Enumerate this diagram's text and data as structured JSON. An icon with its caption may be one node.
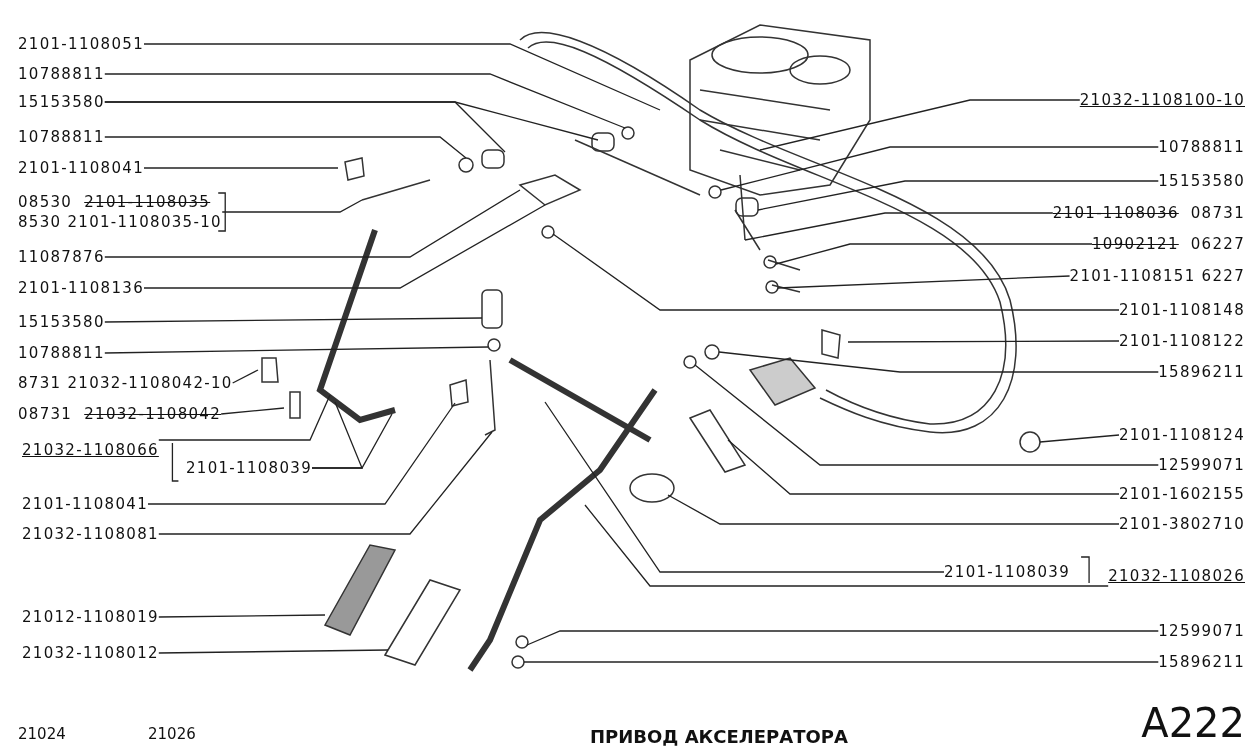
{
  "diagram": {
    "title": "ПРИВОД АКСЕЛЕРАТОРА",
    "nodes": [
      {
        "text": [
          "2101-1108051"
        ]
      },
      {
        "text": [
          "10788811"
        ]
      },
      {
        "text": [
          "15153580"
        ]
      },
      {
        "text": [
          "10788811"
        ]
      },
      {
        "text": [
          "2101-1108041"
        ]
      },
      {
        "text": [
          "08530",
          "2101-1108035",
          "8530 2101-1108035-10"
        ]
      },
      {
        "text": [
          "11087876"
        ]
      },
      {
        "text": [
          "2101-1108136"
        ]
      },
      {
        "text": [
          "15153580"
        ]
      },
      {
        "text": [
          "10788811"
        ]
      },
      {
        "text": [
          "8731 21032-1108042-10"
        ]
      },
      {
        "text": [
          "08731",
          "21032-1108042"
        ]
      },
      {
        "text": [
          "21032-1108066"
        ]
      },
      {
        "text": [
          "2101-1108039"
        ]
      },
      {
        "text": [
          "2101-1108041"
        ]
      },
      {
        "text": [
          "21032-1108081"
        ]
      },
      {
        "text": [
          "21012-1108019"
        ]
      },
      {
        "text": [
          "21032-1108012"
        ]
      },
      {
        "text": [
          "21032-1108100-10"
        ]
      },
      {
        "text": [
          "10788811"
        ]
      },
      {
        "text": [
          "15153580"
        ]
      },
      {
        "text": [
          "2101-1108036",
          "08731"
        ]
      },
      {
        "text": [
          "10902121",
          "06227"
        ]
      },
      {
        "text": [
          "2101-1108151 6227"
        ]
      },
      {
        "text": [
          "2101-1108148"
        ]
      },
      {
        "text": [
          "2101-1108122"
        ]
      },
      {
        "text": [
          "15896211"
        ]
      },
      {
        "text": [
          "2101-1108124"
        ]
      },
      {
        "text": [
          "12599071"
        ]
      },
      {
        "text": [
          "2101-1602155"
        ]
      },
      {
        "text": [
          "2101-3802710"
        ]
      },
      {
        "text": [
          "2101-1108039"
        ]
      },
      {
        "text": [
          "21032-1108026"
        ]
      },
      {
        "text": [
          "12599071"
        ]
      },
      {
        "text": [
          "15896211"
        ]
      }
    ],
    "edges": [
      {
        "from": 0,
        "to": null,
        "arrow": "none"
      },
      {
        "from": 1,
        "to": null,
        "arrow": "none"
      },
      {
        "from": 2,
        "to": null,
        "arrow": "none"
      },
      {
        "from": 2,
        "to": null,
        "arrow": "none"
      },
      {
        "from": 3,
        "to": null,
        "arrow": "none"
      },
      {
        "from": 4,
        "to": null,
        "arrow": "none"
      },
      {
        "from": 5,
        "to": null,
        "arrow": "none"
      },
      {
        "from": 6,
        "to": null,
        "arrow": "none"
      },
      {
        "from": 7,
        "to": null,
        "arrow": "none"
      },
      {
        "from": 8,
        "to": null,
        "arrow": "none"
      },
      {
        "from": 9,
        "to": null,
        "arrow": "none"
      },
      {
        "from": 10,
        "to": null,
        "arrow": "none"
      },
      {
        "from": 11,
        "to": null,
        "arrow": "none"
      },
      {
        "from": 12,
        "to": null,
        "arrow": "none"
      },
      {
        "from": 13,
        "to": null,
        "arrow": "none"
      },
      {
        "from": 13,
        "to": null,
        "arrow": "none"
      },
      {
        "from": 14,
        "to": null,
        "arrow": "none"
      },
      {
        "from": 15,
        "to": null,
        "arrow": "none"
      },
      {
        "from": 16,
        "to": null,
        "arrow": "none"
      },
      {
        "from": 17,
        "to": null,
        "arrow": "none"
      },
      {
        "from": 18,
        "to": null,
        "arrow": "none"
      },
      {
        "from": 19,
        "to": null,
        "arrow": "none"
      },
      {
        "from": 20,
        "to": null,
        "arrow": "none"
      },
      {
        "from": 21,
        "to": null,
        "arrow": "none"
      },
      {
        "from": 22,
        "to": null,
        "arrow": "none"
      },
      {
        "from": 23,
        "to": null,
        "arrow": "none"
      },
      {
        "from": 24,
        "to": null,
        "arrow": "none"
      },
      {
        "from": 25,
        "to": null,
        "arrow": "none"
      },
      {
        "from": 26,
        "to": null,
        "arrow": "none"
      },
      {
        "from": 27,
        "to": null,
        "arrow": "none"
      },
      {
        "from": 28,
        "to": null,
        "arrow": "none"
      },
      {
        "from": 29,
        "to": null,
        "arrow": "none"
      },
      {
        "from": 30,
        "to": null,
        "arrow": "none"
      },
      {
        "from": 31,
        "to": null,
        "arrow": "none"
      },
      {
        "from": 32,
        "to": null,
        "arrow": "none"
      },
      {
        "from": 33,
        "to": null,
        "arrow": "none"
      },
      {
        "from": 34,
        "to": null,
        "arrow": "none"
      }
    ],
    "labels": [
      "21024",
      "21026",
      "A222"
    ]
  }
}
